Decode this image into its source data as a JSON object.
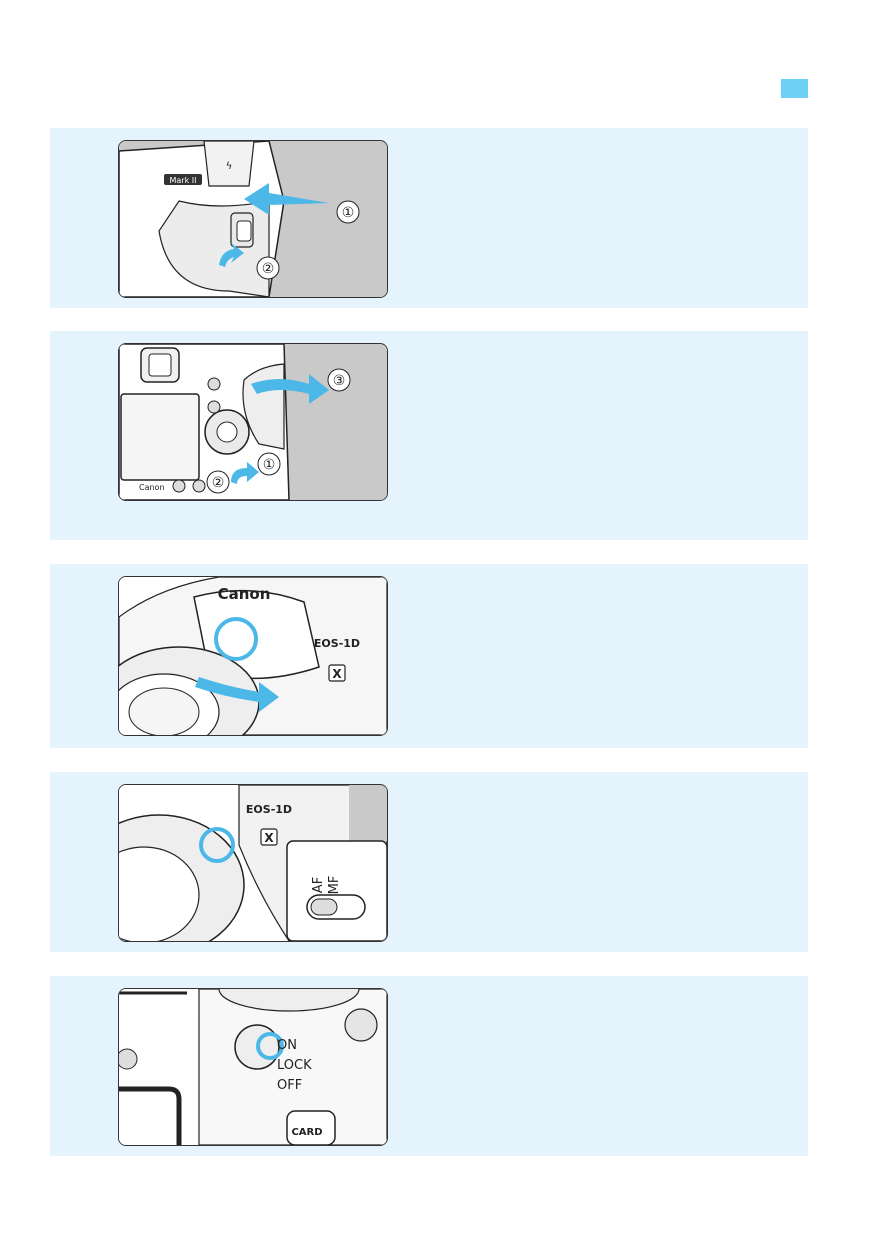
{
  "page": {
    "tab_marker_color": "#6fd0f5",
    "panel_color": "#e5f4fc",
    "accent_color": "#4bb8e8"
  },
  "steps": [
    {
      "illustration": "battery-grip-cover-removal",
      "callouts": [
        "①",
        "②"
      ],
      "body_text": "Mark II"
    },
    {
      "illustration": "camera-back-grip-release",
      "callouts": [
        "③",
        "①",
        "②"
      ],
      "body_text": "Canon"
    },
    {
      "illustration": "lens-mounting",
      "body_text": "Canon",
      "model_label": "EOS-1D",
      "model_sub": "X"
    },
    {
      "illustration": "focus-mode-switch",
      "model_label": "EOS-1D",
      "model_sub": "X",
      "switch_labels": [
        "AF",
        "MF"
      ]
    },
    {
      "illustration": "power-switch",
      "switch_labels": [
        "ON",
        "LOCK",
        "OFF"
      ],
      "card_label": "CARD"
    }
  ]
}
